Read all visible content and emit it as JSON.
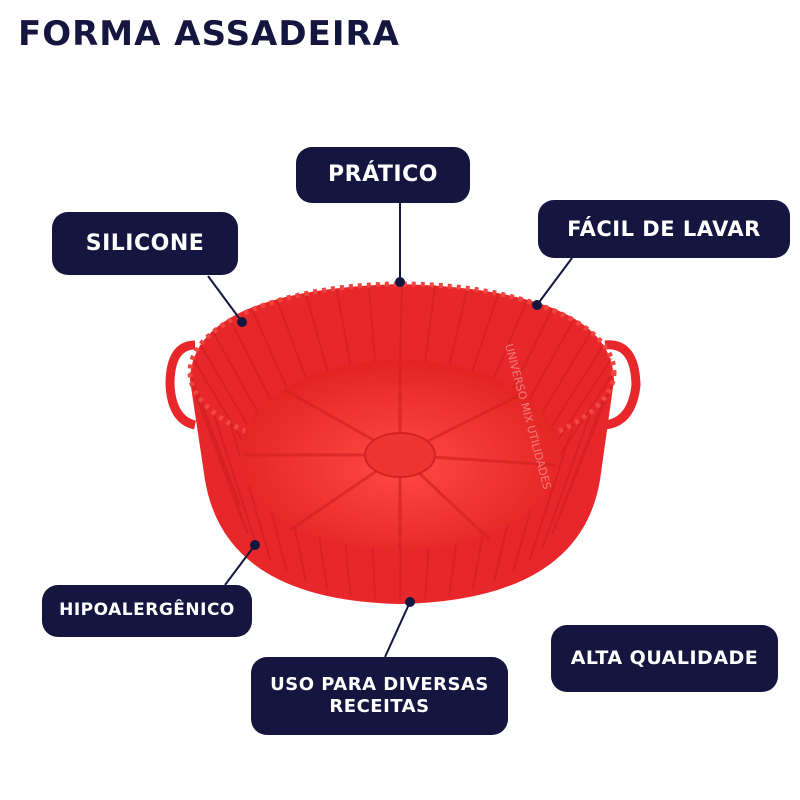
{
  "title": "FORMA ASSADEIRA",
  "labels": {
    "pratico": "PRÁTICO",
    "silicone": "SILICONE",
    "facil": "FÁCIL DE LAVAR",
    "hipo": "HIPOALERGÊNICO",
    "alta": "ALTA QUALIDADE",
    "uso_line1": "USO PARA DIVERSAS",
    "uso_line2": "RECEITAS"
  },
  "watermark": "UNIVERSO MIX UTILIDADES",
  "colors": {
    "navy": "#15163f",
    "product_red": "#e8272b"
  }
}
